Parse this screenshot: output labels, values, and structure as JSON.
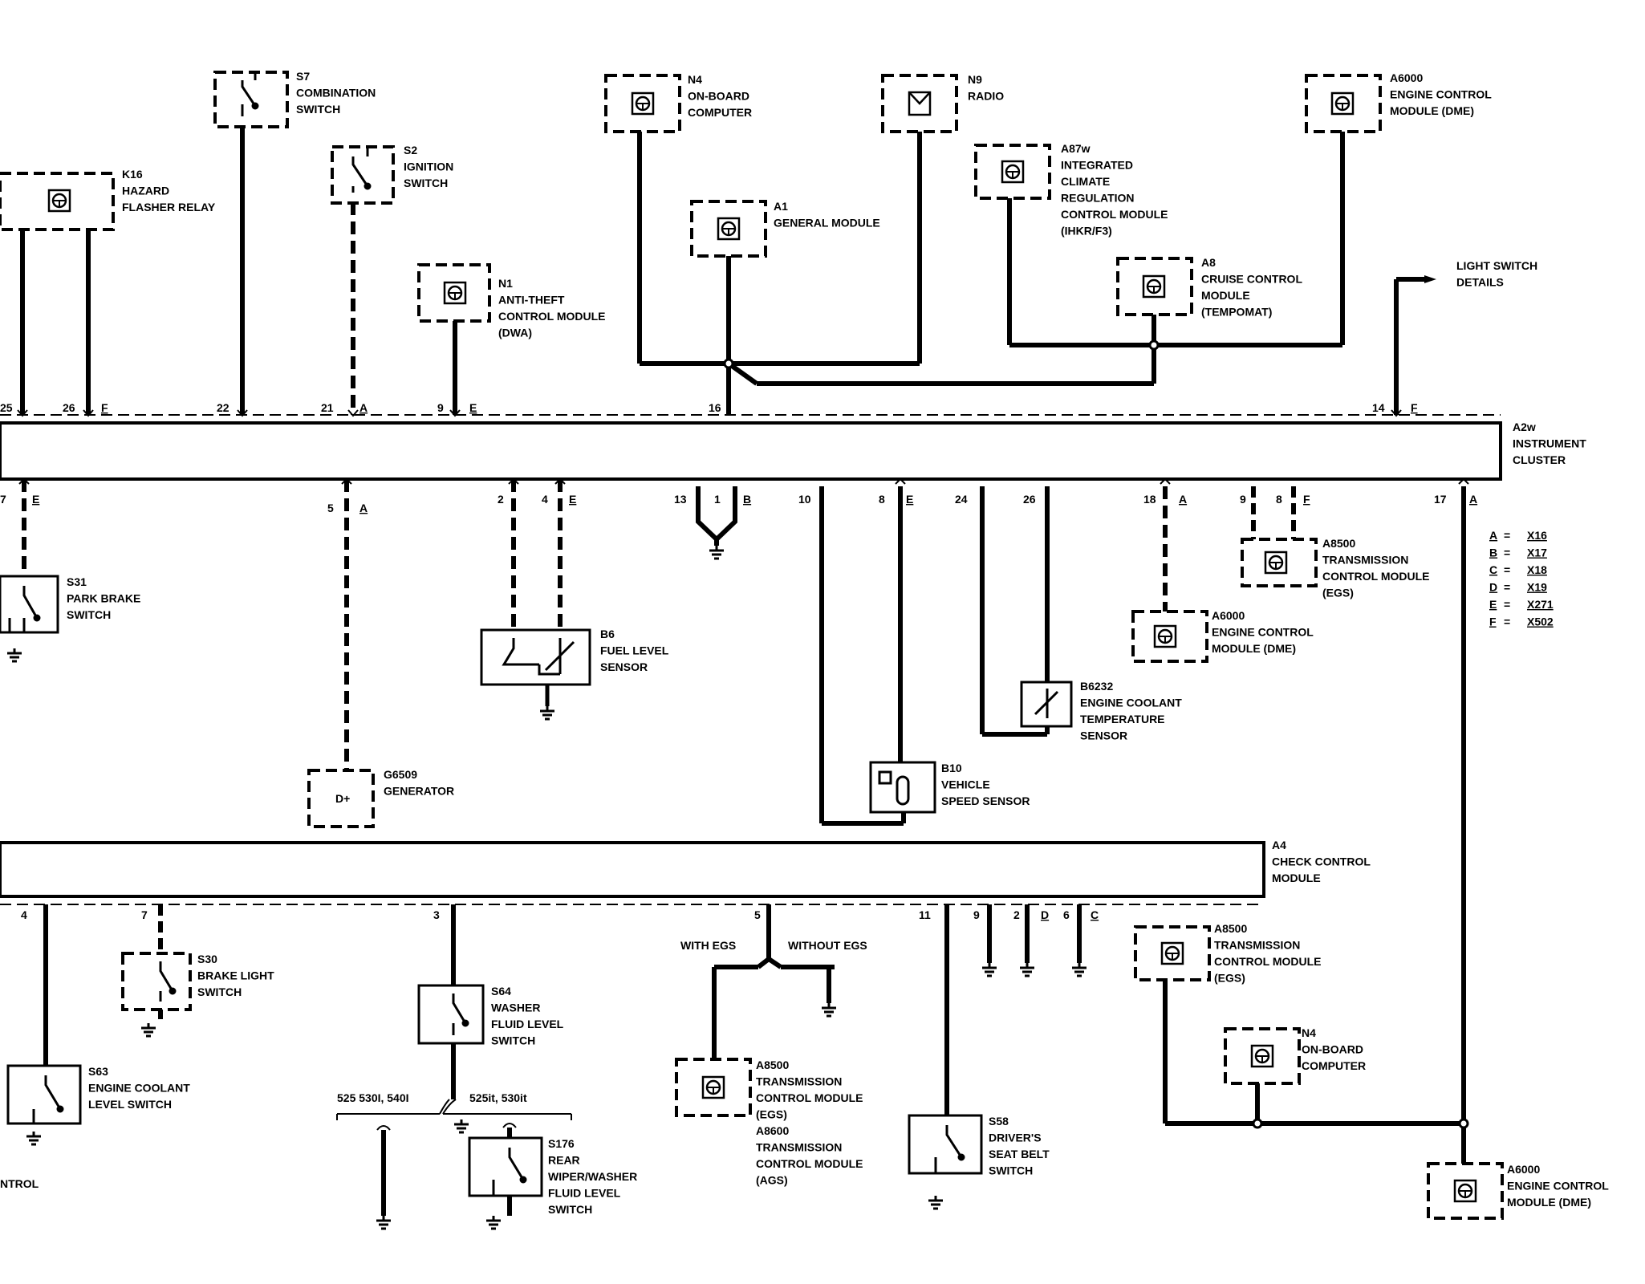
{
  "components": {
    "s7": [
      "S7",
      "COMBINATION",
      "SWITCH"
    ],
    "k16": [
      "K16",
      "HAZARD",
      "FLASHER RELAY"
    ],
    "s2": [
      "S2",
      "IGNITION",
      "SWITCH"
    ],
    "n1": [
      "N1",
      "ANTI-THEFT",
      "CONTROL MODULE",
      "(DWA)"
    ],
    "n4_top": [
      "N4",
      "ON-BOARD",
      "COMPUTER"
    ],
    "a1": [
      "A1",
      "GENERAL MODULE"
    ],
    "n9": [
      "N9",
      "RADIO"
    ],
    "a87w": [
      "A87w",
      "INTEGRATED",
      "CLIMATE",
      "REGULATION",
      "CONTROL MODULE",
      "(IHKR/F3)"
    ],
    "a6000_top": [
      "A6000",
      "ENGINE CONTROL",
      "MODULE (DME)"
    ],
    "a8": [
      "A8",
      "CRUISE CONTROL",
      "MODULE",
      "(TEMPOMAT)"
    ],
    "light_switch": [
      "LIGHT SWITCH",
      "DETAILS"
    ],
    "a2w": [
      "A2w",
      "INSTRUMENT",
      "CLUSTER"
    ],
    "s31": [
      "S31",
      "PARK BRAKE",
      "SWITCH"
    ],
    "b6": [
      "B6",
      "FUEL LEVEL",
      "SENSOR"
    ],
    "a8500_mid": [
      "A8500",
      "TRANSMISSION",
      "CONTROL MODULE",
      "(EGS)"
    ],
    "a6000_mid": [
      "A6000",
      "ENGINE CONTROL",
      "MODULE (DME)"
    ],
    "b6232": [
      "B6232",
      "ENGINE COOLANT",
      "TEMPERATURE",
      "SENSOR"
    ],
    "g6509": [
      "G6509",
      "GENERATOR"
    ],
    "g6509_terminal": "D+",
    "b10": [
      "B10",
      "VEHICLE",
      "SPEED SENSOR"
    ],
    "a4": [
      "A4",
      "CHECK CONTROL",
      "MODULE"
    ],
    "s30": [
      "S30",
      "BRAKE LIGHT",
      "SWITCH"
    ],
    "s63": [
      "S63",
      "ENGINE COOLANT",
      "LEVEL SWITCH"
    ],
    "s64": [
      "S64",
      "WASHER",
      "FLUID LEVEL",
      "SWITCH"
    ],
    "s176": [
      "S176",
      "REAR",
      "WIPER/WASHER",
      "FLUID LEVEL",
      "SWITCH"
    ],
    "egs_module": [
      "A8500",
      "TRANSMISSION",
      "CONTROL MODULE",
      "(EGS)",
      "A8600",
      "TRANSMISSION",
      "CONTROL MODULE",
      "(AGS)"
    ],
    "s58": [
      "S58",
      "DRIVER'S",
      "SEAT BELT",
      "SWITCH"
    ],
    "a8500_bot": [
      "A8500",
      "TRANSMISSION",
      "CONTROL MODULE",
      "(EGS)"
    ],
    "n4_bot": [
      "N4",
      "ON-BOARD",
      "COMPUTER"
    ],
    "a6000_bot": [
      "A6000",
      "ENGINE CONTROL",
      "MODULE (DME)"
    ],
    "cut_label": "NTROL"
  },
  "branch_labels": {
    "with_egs": "WITH EGS",
    "without_egs": "WITHOUT EGS",
    "models_left": "525 530I, 540I",
    "models_right": "525it, 530it"
  },
  "top_pins": [
    {
      "pin": "25",
      "conn": ""
    },
    {
      "pin": "26",
      "conn": "F"
    },
    {
      "pin": "22",
      "conn": ""
    },
    {
      "pin": "21",
      "conn": "A"
    },
    {
      "pin": "9",
      "conn": "E"
    },
    {
      "pin": "16",
      "conn": ""
    },
    {
      "pin": "14",
      "conn": "F"
    }
  ],
  "bottom_pins": [
    {
      "pin": "7",
      "conn": "E"
    },
    {
      "pin": "5",
      "conn": "A"
    },
    {
      "pin": "2",
      "conn": ""
    },
    {
      "pin": "4",
      "conn": "E"
    },
    {
      "pin": "13",
      "conn": ""
    },
    {
      "pin": "1",
      "conn": "B"
    },
    {
      "pin": "10",
      "conn": ""
    },
    {
      "pin": "8",
      "conn": "E"
    },
    {
      "pin": "24",
      "conn": ""
    },
    {
      "pin": "26",
      "conn": ""
    },
    {
      "pin": "18",
      "conn": "A"
    },
    {
      "pin": "9",
      "conn": ""
    },
    {
      "pin": "8",
      "conn": "F"
    },
    {
      "pin": "17",
      "conn": "A"
    }
  ],
  "a4_pins": [
    {
      "pin": "4",
      "conn": ""
    },
    {
      "pin": "7",
      "conn": ""
    },
    {
      "pin": "3",
      "conn": ""
    },
    {
      "pin": "5",
      "conn": ""
    },
    {
      "pin": "11",
      "conn": ""
    },
    {
      "pin": "9",
      "conn": ""
    },
    {
      "pin": "2",
      "conn": "D"
    },
    {
      "pin": "6",
      "conn": "C"
    }
  ],
  "legend": [
    {
      "key": "A",
      "value": "X16"
    },
    {
      "key": "B",
      "value": "X17"
    },
    {
      "key": "C",
      "value": "X18"
    },
    {
      "key": "D",
      "value": "X19"
    },
    {
      "key": "E",
      "value": "X271"
    },
    {
      "key": "F",
      "value": "X502"
    }
  ]
}
